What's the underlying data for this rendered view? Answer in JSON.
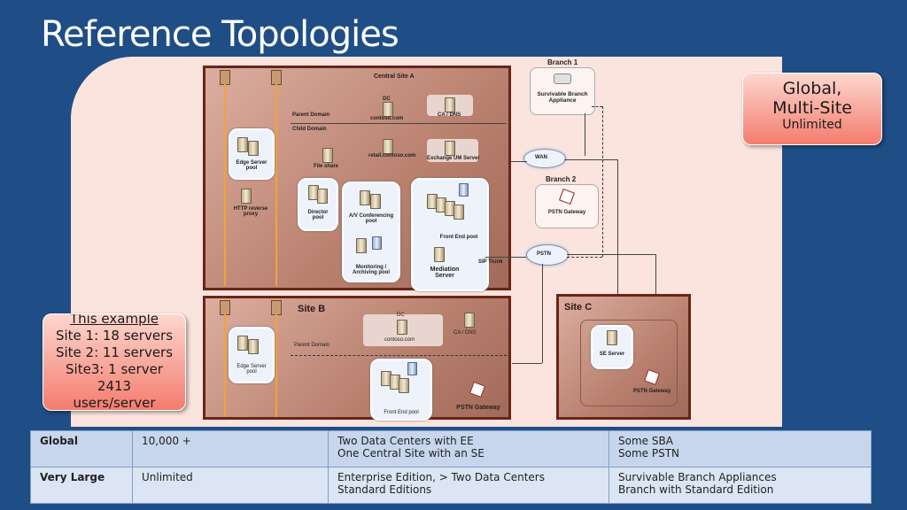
{
  "slide": {
    "title": "Reference Topologies"
  },
  "callouts": {
    "global": {
      "line1": "Global,",
      "line2": "Multi-Site",
      "line3": "Unlimited"
    },
    "example": {
      "heading": "This example",
      "line1": "Site 1: 18 servers",
      "line2": "Site 2: 11 servers",
      "line3": "Site3: 1 server",
      "line4": "2413",
      "line5": "users/server"
    }
  },
  "diagram": {
    "central": {
      "title": "Central Site A",
      "dc": "DC",
      "parent_domain": "Parent Domain",
      "domain": "contoso.com",
      "ca_dns": "CA / DNS",
      "child_domain": "Child Domain",
      "child_domain_name": "retail.contoso.com",
      "exchange": "Exchange UM Server",
      "file_share": "File share",
      "edge_pool": "Edge Server pool",
      "http_proxy": "HTTP reverse proxy",
      "director_pool": "Director pool",
      "av_pool": "A/V Conferencing pool",
      "monitoring_pool": "Monitoring / Archiving pool",
      "frontend_pool": "Front End pool",
      "mediation": "Mediation Server",
      "sip_trunk": "SIP Trunk"
    },
    "branch1": {
      "title": "Branch 1",
      "label": "Survivable Branch Appliance"
    },
    "branch2": {
      "title": "Branch 2",
      "label": "PSTN Gateway"
    },
    "wan": "WAN",
    "pstn": "PSTN",
    "siteB": {
      "title": "Site B",
      "dc": "DC",
      "domain": "contoso.com",
      "ca_dns": "CA / DNS",
      "parent_domain": "Parent Domain",
      "edge_pool": "Edge Server pool",
      "frontend_pool": "Front End pool",
      "pstn_gateway": "PSTN Gateway"
    },
    "siteC": {
      "title": "Site C",
      "se_server": "SE Server",
      "pstn_gateway": "PSTN Gateway"
    }
  },
  "table": {
    "rows": [
      {
        "label": "Global",
        "c1": "10,000 +",
        "c2a": "Two Data Centers with EE",
        "c2b": "One Central Site with an SE",
        "c3a": "Some SBA",
        "c3b": "Some PSTN"
      },
      {
        "label": "Very Large",
        "c1": "Unlimited",
        "c2a": "Enterprise Edition, > Two Data Centers",
        "c2b": "Standard Editions",
        "c3a": "Survivable Branch Appliances",
        "c3b": "Branch with Standard Edition"
      }
    ]
  }
}
